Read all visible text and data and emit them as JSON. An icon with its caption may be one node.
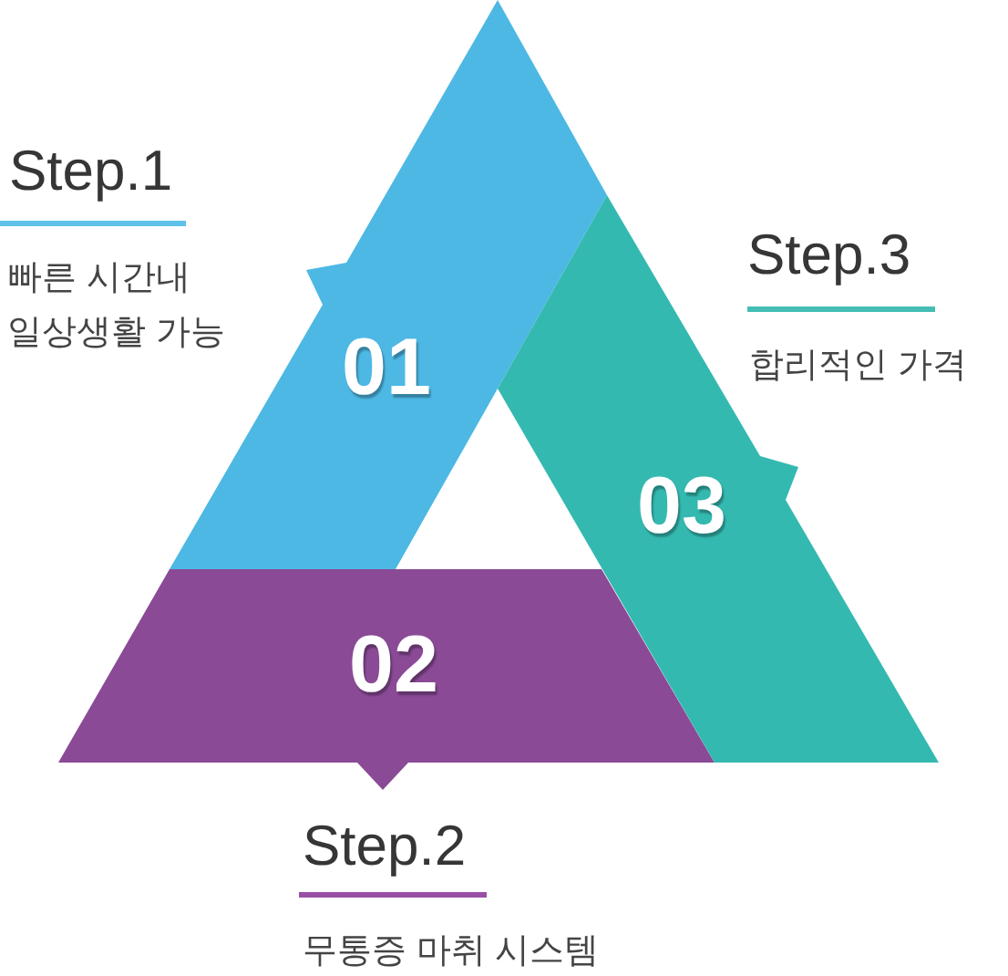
{
  "diagram": {
    "nodes": [
      {
        "text": [
          "01"
        ],
        "beside": [
          "Step.1",
          "빠른 시간내 일상생활 가능"
        ]
      },
      {
        "text": [
          "02"
        ],
        "beside": [
          "Step.2",
          "무통증 마취 시스템"
        ]
      },
      {
        "text": [
          "03"
        ],
        "beside": [
          "Step.3",
          "합리적인 가격"
        ]
      }
    ]
  }
}
